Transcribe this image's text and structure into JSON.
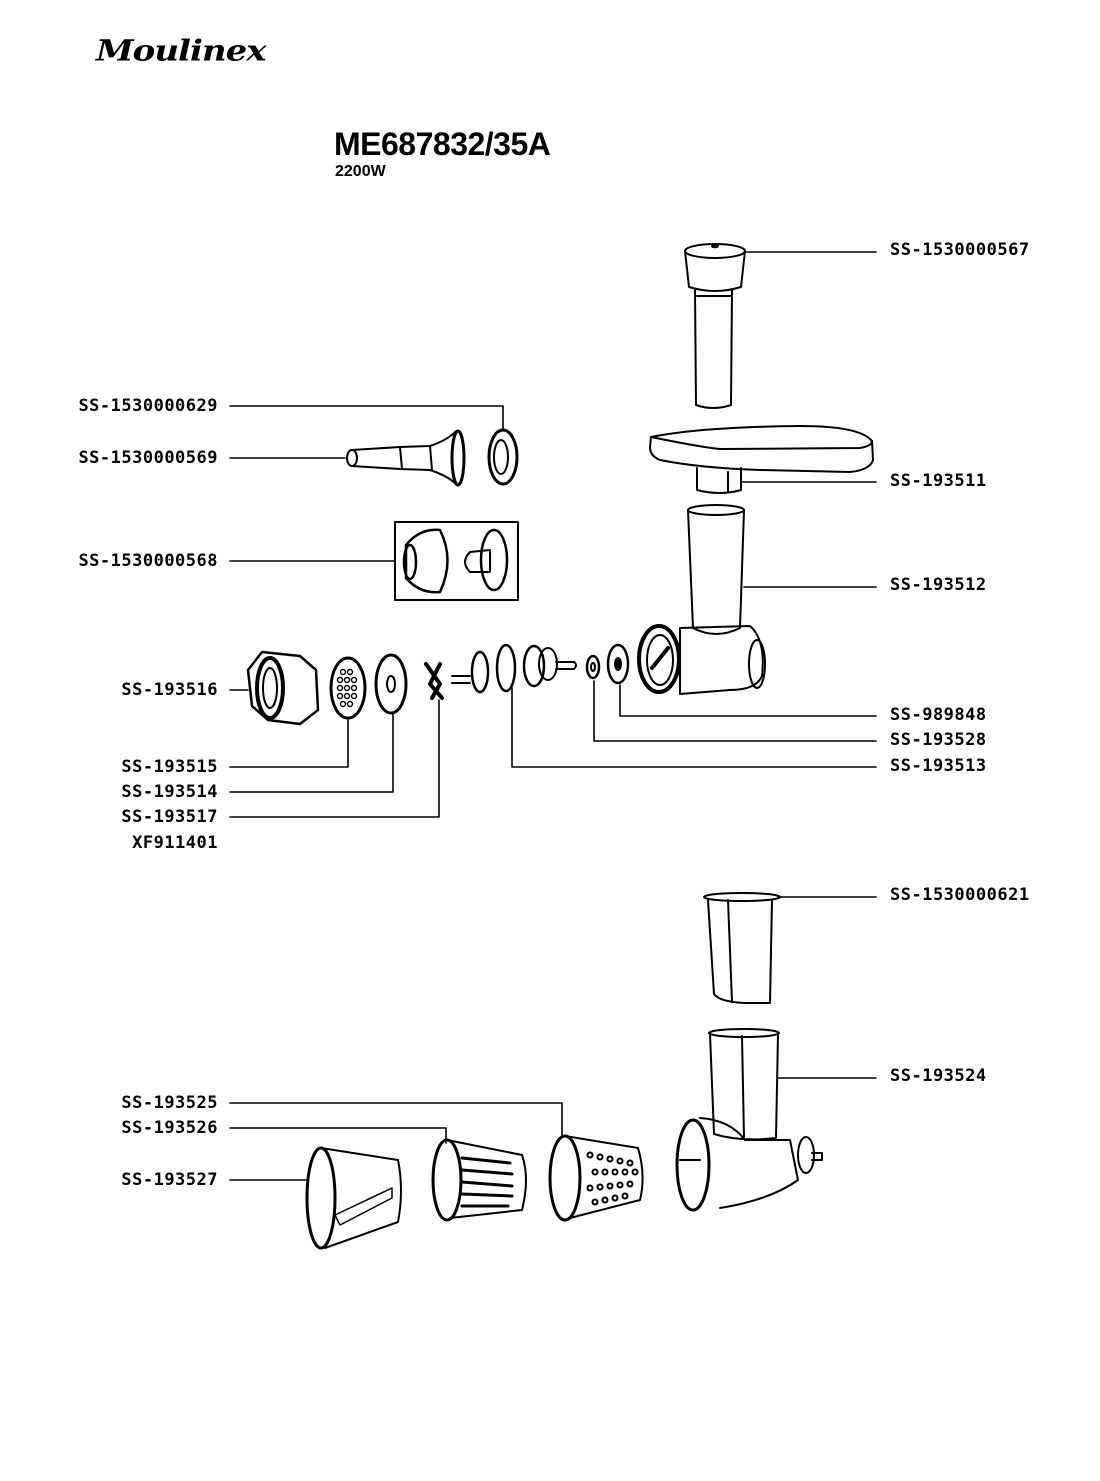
{
  "header": {
    "brand": "Moulinex",
    "model": "ME687832/35A",
    "power": "2200W"
  },
  "parts_left": [
    {
      "code": "SS-1530000629"
    },
    {
      "code": "SS-1530000569"
    },
    {
      "code": "SS-1530000568"
    },
    {
      "code": "SS-193516"
    },
    {
      "code": "SS-193515"
    },
    {
      "code": "SS-193514"
    },
    {
      "code": "SS-193517"
    },
    {
      "code": "XF911401"
    },
    {
      "code": "SS-193525"
    },
    {
      "code": "SS-193526"
    },
    {
      "code": "SS-193527"
    }
  ],
  "parts_right": [
    {
      "code": "SS-1530000567"
    },
    {
      "code": "SS-193511"
    },
    {
      "code": "SS-193512"
    },
    {
      "code": "SS-989848"
    },
    {
      "code": "SS-193528"
    },
    {
      "code": "SS-193513"
    },
    {
      "code": "SS-1530000621"
    },
    {
      "code": "SS-193524"
    }
  ],
  "colors": {
    "line": "#000000",
    "background": "#ffffff"
  }
}
